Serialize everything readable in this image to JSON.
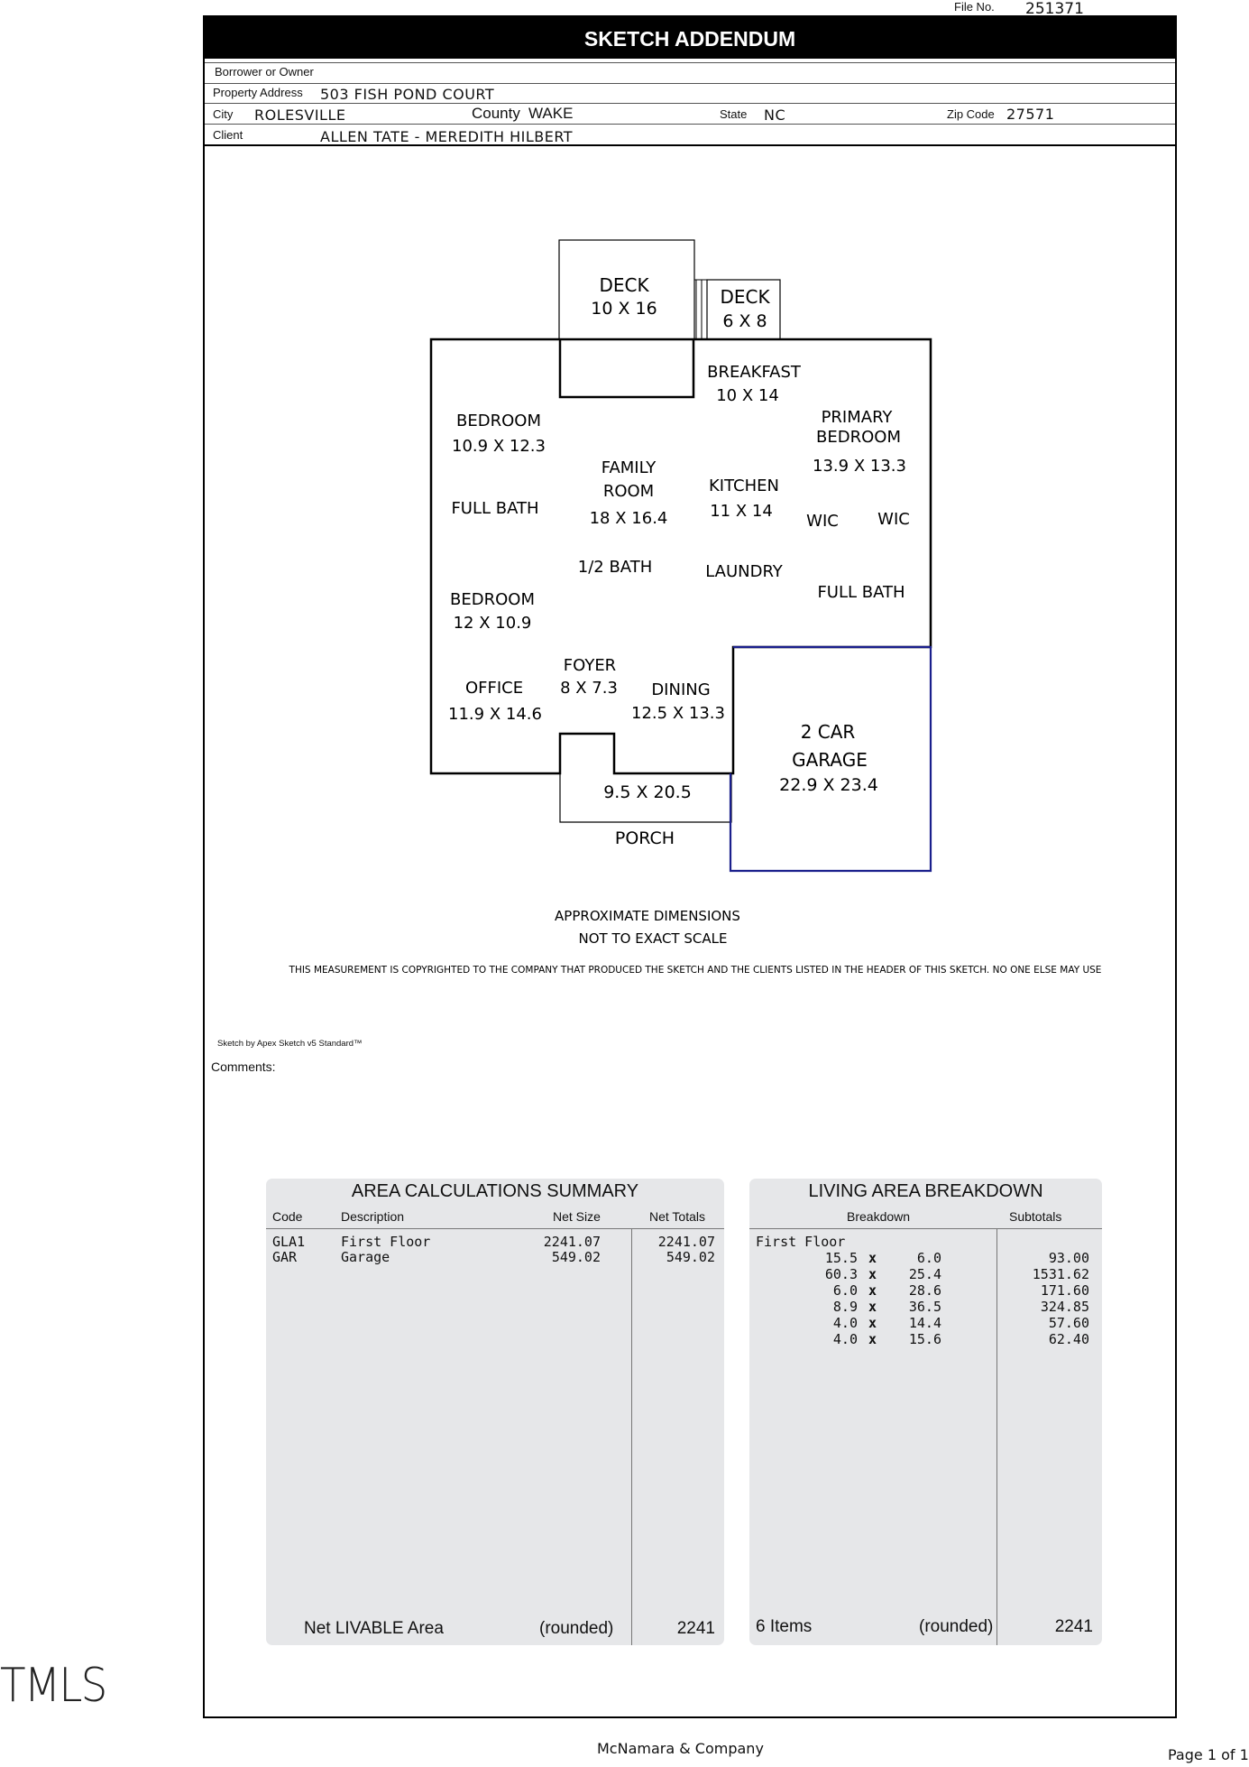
{
  "header": {
    "file_no_label": "File No.",
    "file_no": "251371",
    "title": "SKETCH ADDENDUM",
    "borrower_label": "Borrower or Owner",
    "borrower": "",
    "property_label": "Property Address",
    "property": "503 FISH POND COURT",
    "city_label": "City",
    "city": "ROLESVILLE",
    "county_label": "County",
    "county": "WAKE",
    "state_label": "State",
    "state": "NC",
    "zip_label": "Zip Code",
    "zip": "27571",
    "client_label": "Client",
    "client": "ALLEN TATE - MEREDITH HILBERT"
  },
  "sketch": {
    "rooms": [
      {
        "id": "deck-1",
        "name": "DECK",
        "dims": "10 X 16"
      },
      {
        "id": "deck-2",
        "name": "DECK",
        "dims": "6 X 8"
      },
      {
        "id": "breakfast",
        "name": "BREAKFAST",
        "dims": "10 X 14"
      },
      {
        "id": "bedroom-1",
        "name": "BEDROOM",
        "dims": "10.9 X 12.3"
      },
      {
        "id": "primary-bedroom",
        "name1": "PRIMARY",
        "name2": "BEDROOM",
        "dims": "13.9 X 13.3"
      },
      {
        "id": "family-room",
        "name1": "FAMILY",
        "name2": "ROOM",
        "dims": "18 X 16.4"
      },
      {
        "id": "kitchen",
        "name": "KITCHEN",
        "dims": "11 X 14"
      },
      {
        "id": "full-bath-1",
        "name": "FULL BATH"
      },
      {
        "id": "wic-1",
        "name": "WIC"
      },
      {
        "id": "wic-2",
        "name": "WIC"
      },
      {
        "id": "half-bath",
        "name": "1/2 BATH"
      },
      {
        "id": "laundry",
        "name": "LAUNDRY"
      },
      {
        "id": "full-bath-2",
        "name": "FULL BATH"
      },
      {
        "id": "bedroom-2",
        "name": "BEDROOM",
        "dims": "12 X 10.9"
      },
      {
        "id": "foyer",
        "name": "FOYER",
        "dims": "8 X 7.3"
      },
      {
        "id": "office",
        "name": "OFFICE",
        "dims": "11.9 X 14.6"
      },
      {
        "id": "dining",
        "name": "DINING",
        "dims": "12.5 X 13.3"
      },
      {
        "id": "garage",
        "name1": "2 CAR",
        "name2": "GARAGE",
        "dims": "22.9 X 23.4"
      },
      {
        "id": "porch",
        "name": "PORCH",
        "dims": "9.5 X 20.5"
      }
    ],
    "note_1": "APPROXIMATE DIMENSIONS",
    "note_2": "NOT TO EXACT SCALE",
    "copyright": "THIS MEASUREMENT IS COPYRIGHTED TO THE COMPANY THAT PRODUCED THE SKETCH AND  THE CLIENTS LISTED IN THE HEADER OF THIS SKETCH. NO ONE ELSE MAY USE",
    "credit": "Sketch by Apex Sketch v5 Standard™",
    "comments_label": "Comments:"
  },
  "area_summary": {
    "title": "AREA  CALCULATIONS  SUMMARY",
    "col_code": "Code",
    "col_desc": "Description",
    "col_net_size": "Net Size",
    "col_net_totals": "Net Totals",
    "rows": [
      {
        "code": "GLA1",
        "desc": "First Floor",
        "net_size": "2241.07",
        "net_total": "2241.07"
      },
      {
        "code": "GAR",
        "desc": "Garage",
        "net_size": "549.02",
        "net_total": "549.02"
      }
    ],
    "footer_label": "Net LIVABLE Area",
    "footer_rounded": "(rounded)",
    "footer_total": "2241"
  },
  "living_breakdown": {
    "title": "LIVING  AREA  BREAKDOWN",
    "col_breakdown": "Breakdown",
    "col_subtotals": "Subtotals",
    "group": "First Floor",
    "rows": [
      {
        "a": "15.5",
        "x": "x",
        "b": "6.0",
        "sub": "93.00"
      },
      {
        "a": "60.3",
        "x": "x",
        "b": "25.4",
        "sub": "1531.62"
      },
      {
        "a": "6.0",
        "x": "x",
        "b": "28.6",
        "sub": "171.60"
      },
      {
        "a": "8.9",
        "x": "x",
        "b": "36.5",
        "sub": "324.85"
      },
      {
        "a": "4.0",
        "x": "x",
        "b": "14.4",
        "sub": "57.60"
      },
      {
        "a": "4.0",
        "x": "x",
        "b": "15.6",
        "sub": "62.40"
      }
    ],
    "footer_items": "6 Items",
    "footer_rounded": "(rounded)",
    "footer_total": "2241"
  },
  "footer": {
    "company": "McNamara & Company",
    "page": "Page 1 of 1",
    "watermark": "TMLS"
  }
}
